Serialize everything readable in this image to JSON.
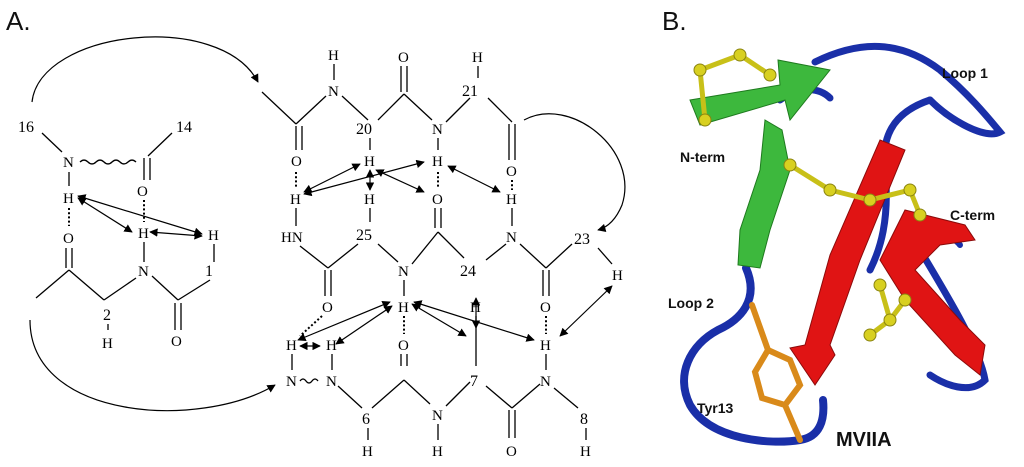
{
  "panels": {
    "a_label": "A.",
    "b_label": "B."
  },
  "panel_a": {
    "atom_H": "H",
    "atom_N": "N",
    "atom_O": "O",
    "atom_HN": "HN",
    "residue_numbers": {
      "r16": "16",
      "r14": "14",
      "r2": "2",
      "r1": "1",
      "r20": "20",
      "r21": "21",
      "r25": "25",
      "r23": "23",
      "r24": "24",
      "r6": "6",
      "r7": "7",
      "r8": "8"
    }
  },
  "panel_b": {
    "loop1": "Loop 1",
    "n_term": "N-term",
    "c_term": "C-term",
    "loop2": "Loop 2",
    "tyr13": "Tyr13",
    "title": "MVIIA"
  },
  "colors": {
    "helix_green": "#3db83d",
    "strand_red": "#e01414",
    "coil_blue": "#1a2fa8",
    "disulfide_yellow": "#d8d020",
    "tyrosine_orange": "#d98a1a"
  }
}
